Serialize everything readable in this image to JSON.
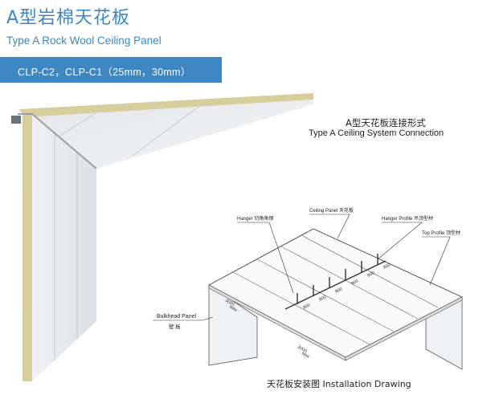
{
  "header": {
    "title_cn": "A型岩棉天花板",
    "title_en": "Type A Rock Wool Ceiling Panel",
    "banner": "CLP-C2，CLP-C1（25mm，30mm）"
  },
  "connection": {
    "title_cn": "A型天花板连接形式",
    "title_en": "Type A Ceiling System Connection"
  },
  "drawing": {
    "labels": {
      "ceiling_panel": "Ceiling Panel 天花板",
      "hanger": "Hanger 切角角钢",
      "hanger_profile": "Hanger Profile 吊顶型材",
      "top_profile": "Top Profile 顶型材",
      "bulkhead_en": "Bulkhead Panel",
      "bulkhead_cn": "壁 板"
    },
    "dimensions": {
      "d1": "3000",
      "d1_sub": "Max",
      "d2": "3000",
      "d2_sub": "Max",
      "spacings": [
        "800",
        "800",
        "800",
        "800",
        "800",
        "800"
      ]
    },
    "caption": "天花板安装图 Installation Drawing"
  },
  "colors": {
    "brand_blue": "#3f86c4",
    "rockwool": "#d8cd9c",
    "panel_grey": "#e9eaec"
  }
}
